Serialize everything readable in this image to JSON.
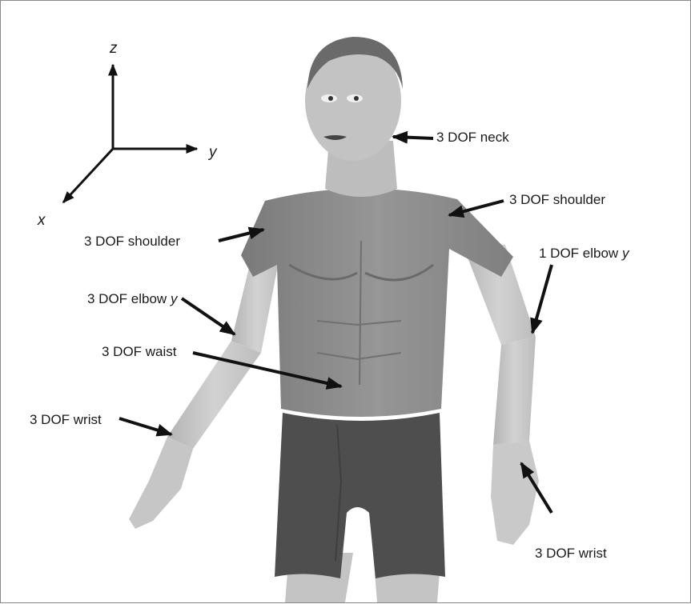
{
  "axes": {
    "z": "z",
    "y": "y",
    "x": "x"
  },
  "labels": {
    "neck": "3 DOF neck",
    "shoulder_right": "3 DOF shoulder",
    "shoulder_left": "3 DOF shoulder",
    "elbow_right_text": "1 DOF elbow ",
    "elbow_right_axis": "y",
    "elbow_left_text": "3 DOF elbow ",
    "elbow_left_axis": "y",
    "waist": "3 DOF waist",
    "wrist_left": "3 DOF wrist",
    "wrist_right": "3 DOF wrist"
  },
  "colors": {
    "skin": "#c9c9c9",
    "skin_shade": "#a9a9a9",
    "shirt": "#8d8d8d",
    "shirt_shade": "#6e6e6e",
    "shorts": "#4e4e4e",
    "hair": "#6a6a6a",
    "arrow": "#111111"
  }
}
